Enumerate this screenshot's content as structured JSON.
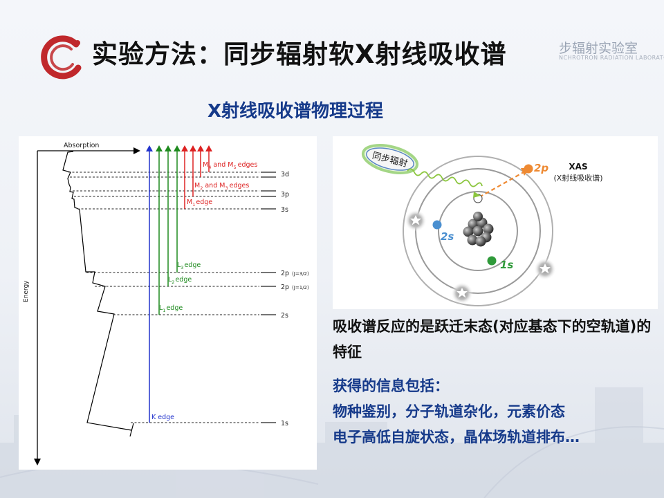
{
  "slide": {
    "title": "实验方法：同步辐射软X射线吸收谱",
    "lab_name_cn": "步辐射实验室",
    "lab_name_en": "NCHROTRON RADIATION LABORATORY",
    "subtitle": "X射线吸收谱物理过程"
  },
  "energy_diagram": {
    "absorption_label": "Absorption",
    "energy_label": "Energy",
    "levels": [
      {
        "name": "3d",
        "sub": ""
      },
      {
        "name": "3p",
        "sub": ""
      },
      {
        "name": "3s",
        "sub": ""
      },
      {
        "name": "2p",
        "sub": "(J=3/2)"
      },
      {
        "name": "2p",
        "sub": "(J=1/2)"
      },
      {
        "name": "2s",
        "sub": ""
      },
      {
        "name": "1s",
        "sub": ""
      }
    ],
    "edges": {
      "m45_a": "M",
      "m45_s1": "4",
      "m45_b": " and M",
      "m45_s2": "5",
      "m45_c": "edges",
      "m23_a": "M",
      "m23_s1": "2",
      "m23_b": " and M",
      "m23_s2": "3",
      "m23_c": "edges",
      "m1_a": "M",
      "m1_s": "1",
      "m1_b": "edge",
      "l3_a": "L",
      "l3_s": "3",
      "l3_b": "edge",
      "l2_a": "L",
      "l2_s": "2",
      "l2_b": "edge",
      "l1_a": "L",
      "l1_s": "1",
      "l1_b": "edge",
      "k": "K edge"
    },
    "colors": {
      "k": "#2233cc",
      "l": "#1e8a1e",
      "m": "#dd2222"
    }
  },
  "atom_diagram": {
    "beam_label": "同步辐射",
    "xas_label": "XAS",
    "xas_desc": "(X射线吸收谱)",
    "orbitals": [
      {
        "name": "1s",
        "color": "#2f9a3a"
      },
      {
        "name": "2s",
        "color": "#4a8fd0"
      },
      {
        "name": "2p",
        "color": "#ee8a33"
      }
    ]
  },
  "description": {
    "line1": "吸收谱反应的是跃迁末态(对应基态下的空轨道)的特征",
    "line2": "获得的信息包括：",
    "line3": "物种鉴别，分子轨道杂化，元素价态",
    "line4": "电子高低自旋状态，晶体场轨道排布…"
  },
  "colors": {
    "title": "#111111",
    "subtitle": "#163a8a",
    "logo": "#c0282c"
  }
}
